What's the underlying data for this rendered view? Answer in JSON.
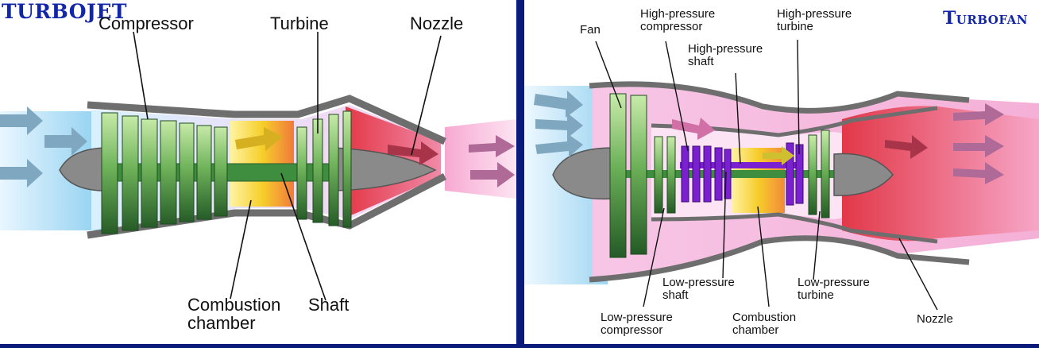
{
  "turbojet": {
    "title": "TURBOJET",
    "labels": {
      "compressor": "Compressor",
      "turbine": "Turbine",
      "nozzle": "Nozzle",
      "combustion": [
        "Combustion",
        "chamber"
      ],
      "shaft": "Shaft"
    }
  },
  "turbofan": {
    "title": "Turbofan",
    "labels": {
      "fan": "Fan",
      "hp_compressor": [
        "High-pressure",
        "compressor"
      ],
      "hp_turbine": [
        "High-pressure",
        "turbine"
      ],
      "hp_shaft": [
        "High-pressure",
        "shaft"
      ],
      "lp_shaft": [
        "Low-pressure",
        "shaft"
      ],
      "lp_turbine": [
        "Low-pressure",
        "turbine"
      ],
      "lp_compressor": [
        "Low-pressure",
        "compressor"
      ],
      "combustion": [
        "Combustion",
        "chamber"
      ],
      "nozzle": "Nozzle"
    }
  },
  "colors": {
    "frame": "#0a1a7a",
    "title": "#1226a8",
    "casing": "#6e6e6e",
    "intake": "#9fd6f2",
    "combustion": "#f2c020",
    "exhaust": "#e84850",
    "bypass": "#f5b8dc",
    "blade_light": "#b8e09a",
    "blade_dark": "#2e6e30",
    "hp_spool": "#7a20d0"
  }
}
